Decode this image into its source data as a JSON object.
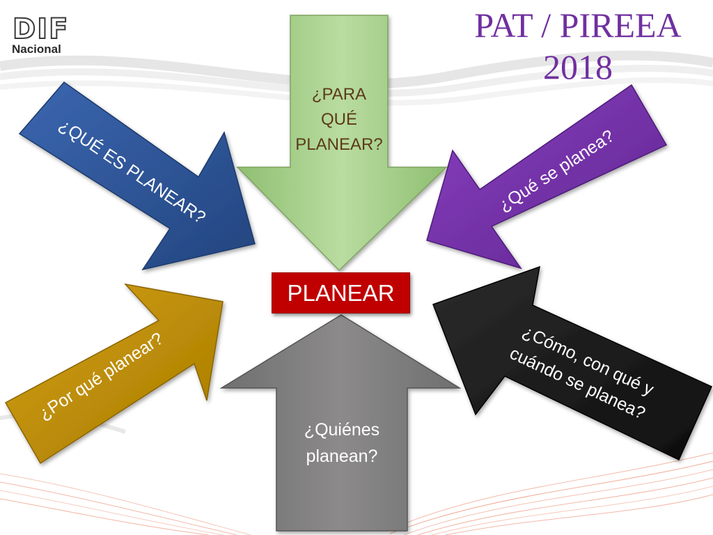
{
  "logo": {
    "main": "DIF",
    "sub": "Nacional"
  },
  "title": {
    "line1": "PAT  / PIREEA",
    "line2": "2018"
  },
  "center": {
    "label": "PLANEAR",
    "color": "#c00000"
  },
  "arrows": [
    {
      "id": "para-que",
      "lines": [
        "¿PARA",
        "QUÉ",
        "PLANEAR?"
      ],
      "fill": "#a9d18e",
      "text_color": "#5c3a1a"
    },
    {
      "id": "que-es",
      "lines": [
        "¿QUÉ ES PLANEAR?"
      ],
      "fill": "#2e5597",
      "text_color": "#ffffff"
    },
    {
      "id": "que-se",
      "lines": [
        "¿Qué se planea?"
      ],
      "fill": "#7030a0",
      "text_color": "#ffffff"
    },
    {
      "id": "por-que",
      "lines": [
        "¿Por qué planear?"
      ],
      "fill": "#bf9000",
      "text_color": "#ffffff"
    },
    {
      "id": "quienes",
      "lines": [
        "¿Quiénes",
        "planean?"
      ],
      "fill": "#7f7f7f",
      "text_color": "#ffffff"
    },
    {
      "id": "como",
      "lines": [
        "¿Cómo, con qué y",
        "cuándo se planea?"
      ],
      "fill": "#1c1c1c",
      "text_color": "#ffffff"
    }
  ]
}
